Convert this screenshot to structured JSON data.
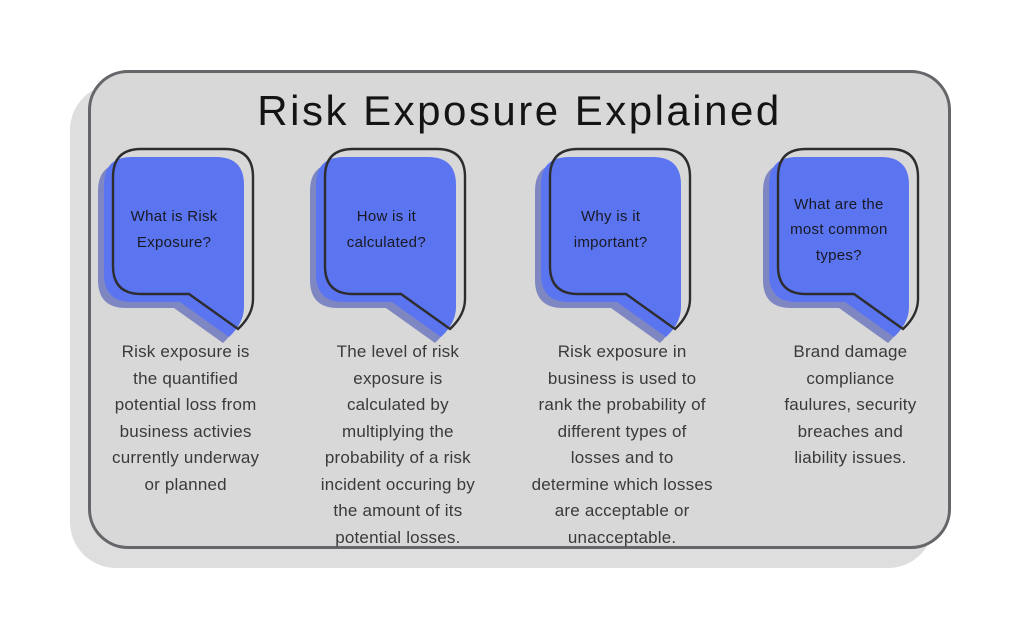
{
  "title": "Risk Exposure Explained",
  "cards": [
    {
      "question": "What is Risk\nExposure?",
      "answer": "Risk exposure is\nthe quantified\npotential loss from\nbusiness activies\ncurrently underway\nor planned"
    },
    {
      "question": "How is it\ncalculated?",
      "answer": "The level of risk\nexposure is\ncalculated by\nmultiplying the\nprobability of a risk\nincident occuring by\nthe amount of its\npotential losses."
    },
    {
      "question": "Why is it\nimportant?",
      "answer": "Risk exposure in\nbusiness is used to\nrank the probability of\ndifferent types of\nlosses and to\ndetermine which losses\nare acceptable or\nunacceptable."
    },
    {
      "question": "What are the\nmost common\ntypes?",
      "answer": "Brand damage\ncompliance\nfaulures, security\nbreaches and\nliability issues."
    }
  ],
  "colors": {
    "accent_blue": "#5b74f0",
    "bubble_shadow_blue": "#7f87c3",
    "outline_dark": "#2d2d30",
    "panel_gray": "#d8d8d8",
    "panel_shadow_gray": "#dedede",
    "panel_border_gray": "#66666a"
  }
}
